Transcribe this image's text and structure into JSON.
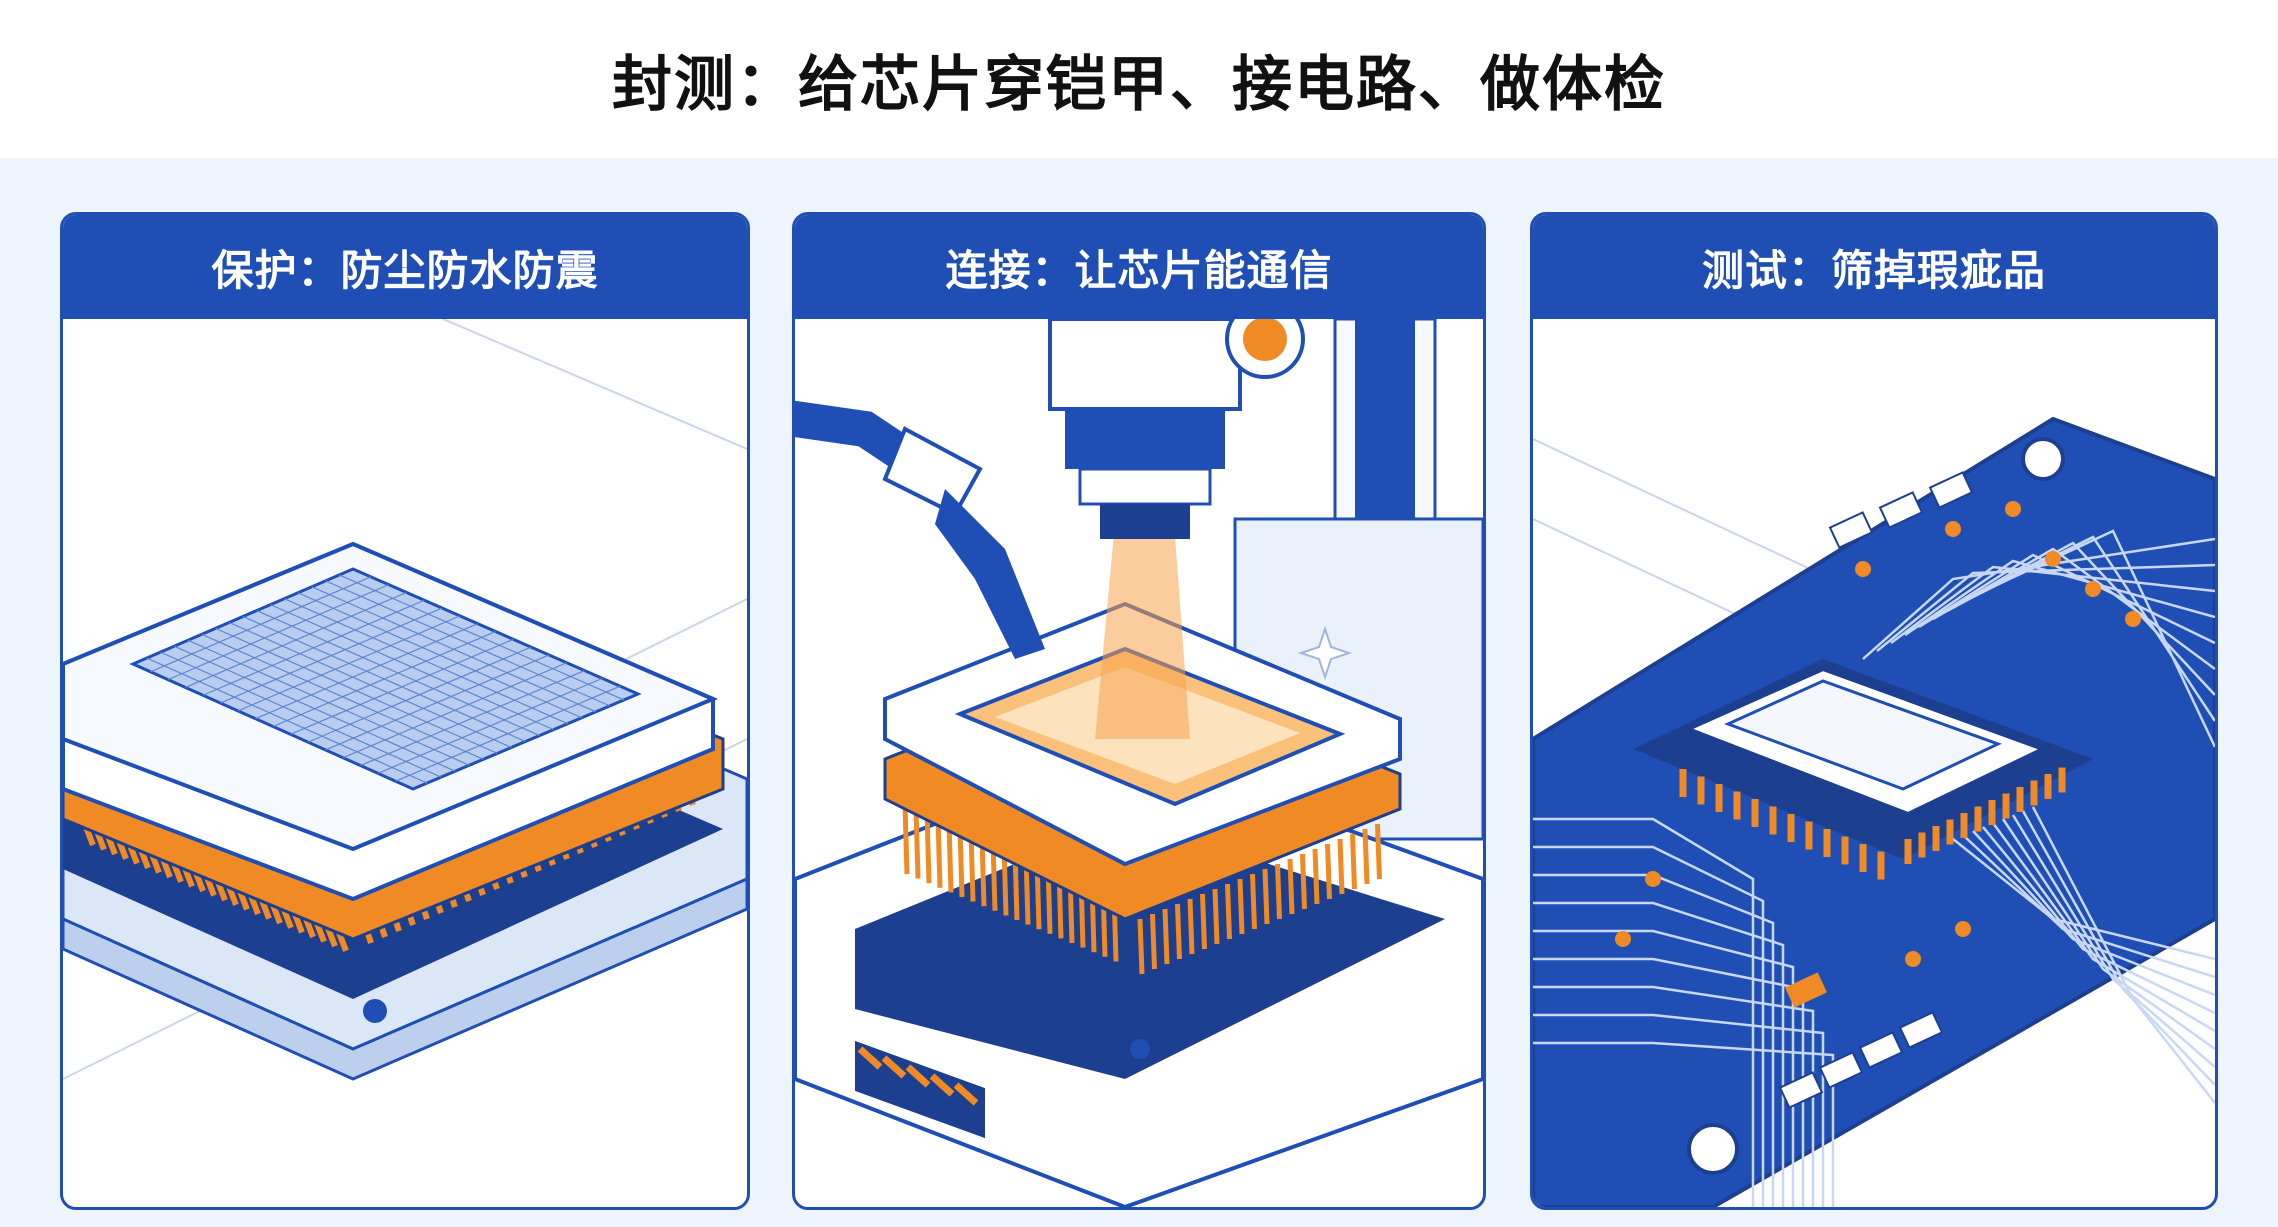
{
  "title": "封测：给芯片穿铠甲、接电路、做体检",
  "panels": [
    {
      "heading": "保护：防尘防水防震",
      "illustration": "chip-package-layers"
    },
    {
      "heading": "连接：让芯片能通信",
      "illustration": "wire-bonding-machine"
    },
    {
      "heading": "测试：筛掉瑕疵品",
      "illustration": "chip-on-circuit-board"
    }
  ],
  "colors": {
    "brand_blue": "#1f4fb4",
    "dark_blue": "#1d3f8f",
    "orange": "#f08a24",
    "light_blue": "#dbe7f7",
    "background": "#eef4fb"
  }
}
